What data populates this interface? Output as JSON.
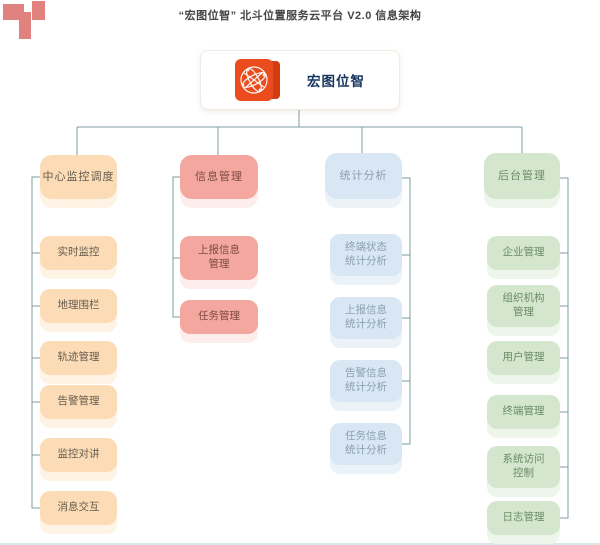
{
  "title": "“宏图位智” 北斗位置服务云平台 V2.0 信息架构",
  "root": {
    "label": "宏图位智",
    "logo": "globe-network-icon"
  },
  "palette": {
    "connector": "#7e9ba1",
    "logo_orange": "#ea4c1e",
    "logo_orange_dark": "#cf3d11",
    "root_label_color": "#17365d",
    "corner_squares": "#e2827e",
    "col1_bg": "#fbdcb6",
    "col1_ghost": "#fdf4e6",
    "col1_text": "#665c4e",
    "col2_bg": "#f3a79e",
    "col2_ghost": "#fdeeec",
    "col2_text": "#7c4a43",
    "col3_bg": "#d8e7f3",
    "col3_ghost": "#ebf3f9",
    "col3_text": "#8b9fb0",
    "col4_bg": "#d4e7ce",
    "col4_ghost": "#eef6eb",
    "col4_text": "#6b8b64"
  },
  "columns": [
    {
      "label": "中心监控调度",
      "children": [
        "实时监控",
        "地理围栏",
        "轨迹管理",
        "告警管理",
        "监控对讲",
        "消息交互"
      ]
    },
    {
      "label": "信息管理",
      "children": [
        "上报信息\n管理",
        "任务管理"
      ]
    },
    {
      "label": "统计分析",
      "children": [
        "终端状态\n统计分析",
        "上报信息\n统计分析",
        "告警信息\n统计分析",
        "任务信息\n统计分析"
      ]
    },
    {
      "label": "后台管理",
      "children": [
        "企业管理",
        "组织机构\n管理",
        "用户管理",
        "终端管理",
        "系统访问\n控制",
        "日志管理"
      ]
    }
  ]
}
